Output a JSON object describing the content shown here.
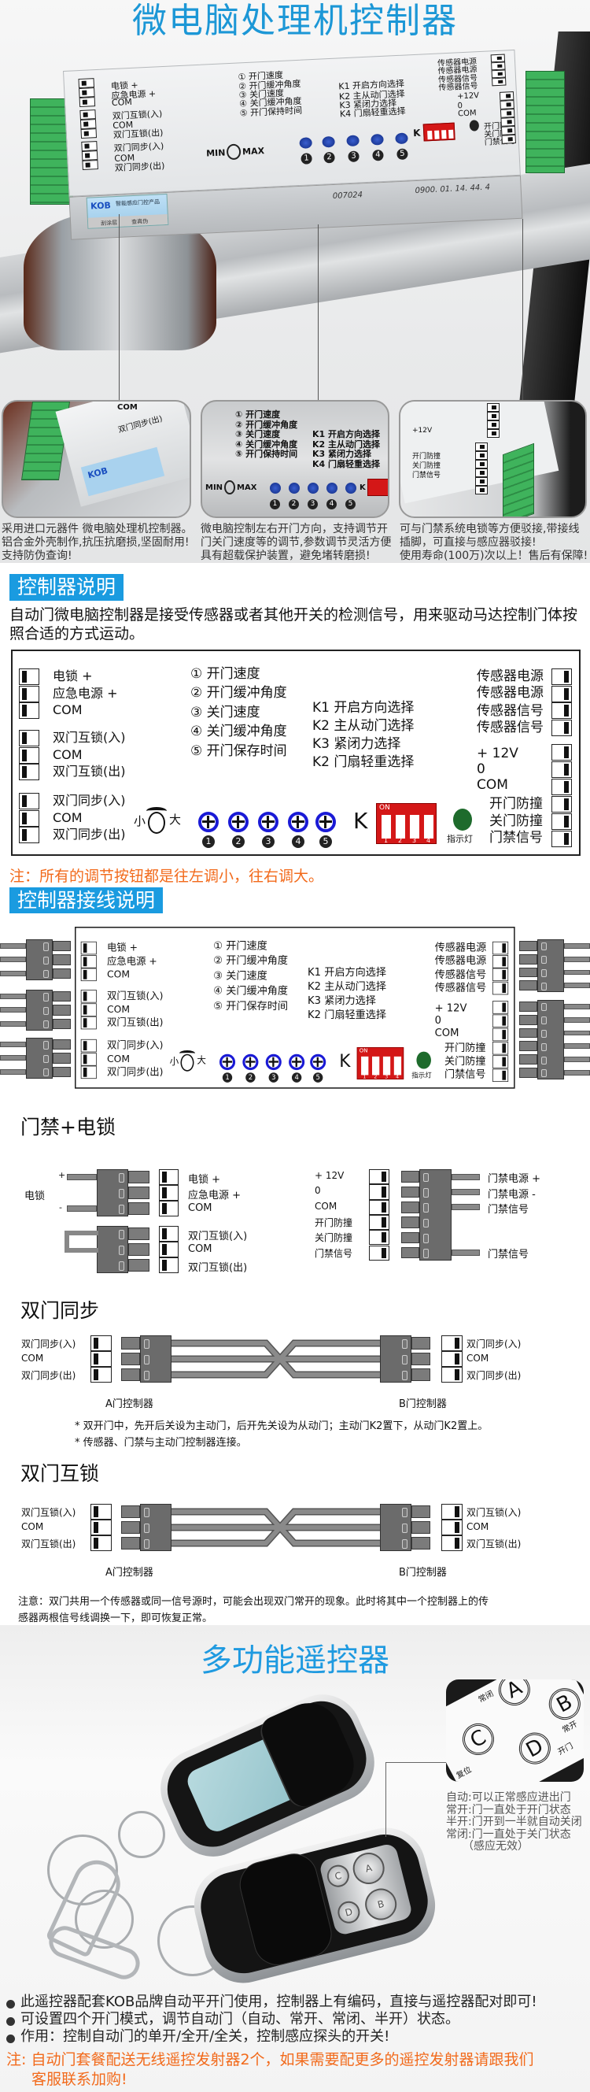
{
  "header": {
    "title": "微电脑处理机控制器"
  },
  "photo": {
    "left_labels": [
      "电锁 +",
      "应急电源 +",
      "COM",
      "双门互锁(入)",
      "COM",
      "双门互锁(出)",
      "双门同步(入)",
      "COM",
      "双门同步(出)"
    ],
    "knob_labels": [
      "① 开门速度",
      "② 开门缓冲角度",
      "③ 关门速度",
      "④ 关门缓冲角度",
      "⑤ 开门保持时间"
    ],
    "k_labels": [
      "K1 开启方向选择",
      "K2 主从动门选择",
      "K3 紧闭力选择",
      "K4 门扇轻重选择"
    ],
    "sensor_labels": [
      "传感器电源",
      "传感器电源",
      "传感器信号",
      "传感器信号"
    ],
    "power_labels": [
      "+12V",
      "0",
      "COM"
    ],
    "guard_labels": [
      "开门防撞",
      "关门防撞",
      "门禁信号"
    ],
    "min": "MIN",
    "max": "MAX",
    "k": "K",
    "knob_numbers": [
      "1",
      "2",
      "3",
      "4",
      "5"
    ],
    "brand": "KOB",
    "sticker_text": "智能感应门控产品",
    "sticker_scratch": "刮涂层",
    "sticker_verify": "查真伪",
    "serial_a": "007024",
    "serial_b": "0900. 01. 14. 44. 4"
  },
  "features": [
    {
      "lines": [
        "采用进口元器件 微电脑处理机控制器。",
        "铝合金外壳制作,抗压抗磨损,坚固耐用!",
        "支持防伪查询!"
      ]
    },
    {
      "lines": [
        "微电脑控制左右开门方向，支持调节开",
        "门关门速度等的调节,参数调节灵活方便",
        "具有超载保护装置，避免堵转磨损!"
      ]
    },
    {
      "lines": [
        "可与门禁系统电锁等方便驳接,带接线",
        "插脚，可直接与感应器驳接!",
        "使用寿命(100万)次以上！售后有保障!"
      ]
    }
  ],
  "section1": {
    "badge": "控制器说明",
    "intro_line1": "自动门微电脑控制器是接受传感器或者其他开关的检测信号，用来驱动马达控制门体按",
    "intro_line2": "照合适的方式运动。"
  },
  "panel": {
    "left_labels": [
      "电锁 +",
      "应急电源 +",
      "COM",
      "双门互锁(入)",
      "COM",
      "双门互锁(出)",
      "双门同步(入)",
      "COM",
      "双门同步(出)"
    ],
    "knob_labels": [
      "① 开门速度",
      "② 开门缓冲角度",
      "③ 关门速度",
      "④ 关门缓冲角度",
      "⑤ 开门保存时间"
    ],
    "k_labels": [
      "K1 开启方向选择",
      "K2 主从动门选择",
      "K3 紧闭力选择",
      "K2 门扇轻重选择"
    ],
    "sensor_labels": [
      "传感器电源",
      "传感器电源",
      "传感器信号",
      "传感器信号"
    ],
    "power_labels": [
      "+ 12V",
      "0",
      "COM"
    ],
    "guard_labels": [
      "开门防撞",
      "关门防撞",
      "门禁信号"
    ],
    "small": "小",
    "big": "大",
    "knob_numbers": [
      "1",
      "2",
      "3",
      "4",
      "5"
    ],
    "k": "K",
    "dip_on": "ON",
    "dip_numbers": [
      "1",
      "2",
      "3",
      "4"
    ],
    "indicator": "指示灯"
  },
  "note1": "注：所有的调节按钮都是往左调小，往右调大。",
  "section2": {
    "badge": "控制器接线说明"
  },
  "access_lock": {
    "title": "门禁+电锁",
    "lock_label": "电锁",
    "plus": "+",
    "minus": "-",
    "lock_terms": [
      "电锁 +",
      "应急电源 +",
      "COM"
    ],
    "interlock_terms": [
      "双门互锁(入)",
      "COM",
      "双门互锁(出)"
    ],
    "right_terms": [
      "+ 12V",
      "0",
      "COM",
      "开门防撞",
      "关门防撞",
      "门禁信号"
    ],
    "ext_labels": [
      "门禁电源 +",
      "门禁电源 -",
      "门禁信号",
      "门禁信号"
    ]
  },
  "sync": {
    "title": "双门同步",
    "terms": [
      "双门同步(入)",
      "COM",
      "双门同步(出)"
    ],
    "a": "A门控制器",
    "b": "B门控制器",
    "notes": [
      "* 双开门中，先开后关设为主动门，后开先关设为从动门；主动门K2置下，从动门K2置上。",
      "* 传感器、门禁与主动门控制器连接。"
    ]
  },
  "interlock": {
    "title": "双门互锁",
    "terms": [
      "双门互锁(入)",
      "COM",
      "双门互锁(出)"
    ],
    "a": "A门控制器",
    "b": "B门控制器",
    "note_line1": "注意：双门共用一个传感器或同一信号源时，可能会出现双门常开的现象。此时将其中一个控制器上的传",
    "note_line2": "感器两根信号线调换一下，即可恢复正常。"
  },
  "remote": {
    "title": "多功能遥控器",
    "inset_buttons": [
      "A",
      "B",
      "C",
      "D"
    ],
    "inset_labels": [
      "常闭",
      "常开",
      "复位",
      "开门"
    ],
    "fob_buttons": [
      "C",
      "A",
      "D",
      "B"
    ],
    "modes": [
      "自动:可以正常感应进出门",
      "常开:门一直处于开门状态",
      "半开:门开到一半就自动关闭",
      "常闭:门一直处于关门状态",
      "（感应无效）"
    ],
    "bullets": [
      "此遥控器配套KOB品牌自动平开门使用，控制器上有编码，直接与遥控器配对即可!",
      "可设置四个开门模式，调节自动门（自动、常开、常闭、半开）状态。",
      "作用：控制自动门的单开/全开/全关，控制感应探头的开关!"
    ],
    "note_line1": "注: 自动门套餐配送无线遥控发射器2个，如果需要配更多的遥控发射器请跟我们",
    "note_line2": "客服联系加购!"
  },
  "colors": {
    "accent": "#1a9be0",
    "note": "#f26a1b",
    "dip": "#d41717",
    "indicator": "#1e6b2c"
  }
}
